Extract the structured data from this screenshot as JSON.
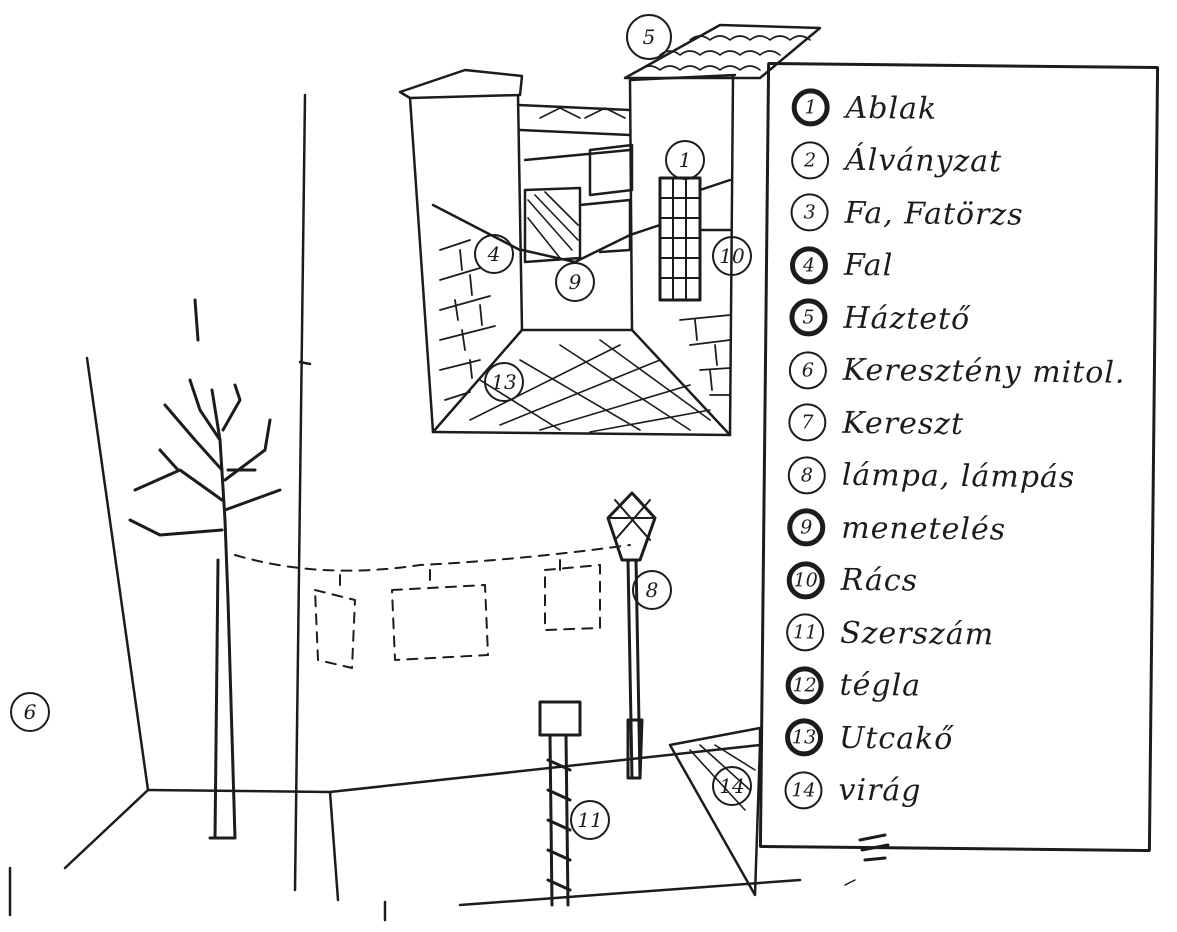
{
  "legend": [
    {
      "num": "1",
      "label": "Ablak",
      "bold": true
    },
    {
      "num": "2",
      "label": "Álványzat",
      "bold": false
    },
    {
      "num": "3",
      "label": "Fa, Fatörzs",
      "bold": false
    },
    {
      "num": "4",
      "label": "Fal",
      "bold": true
    },
    {
      "num": "5",
      "label": "Háztető",
      "bold": true
    },
    {
      "num": "6",
      "label": "Keresztény mitol.",
      "bold": false
    },
    {
      "num": "7",
      "label": "Kereszt",
      "bold": false
    },
    {
      "num": "8",
      "label": "lámpa, lámpás",
      "bold": false
    },
    {
      "num": "9",
      "label": "menetelés",
      "bold": true
    },
    {
      "num": "10",
      "label": "Rács",
      "bold": true
    },
    {
      "num": "11",
      "label": "Szerszám",
      "bold": false
    },
    {
      "num": "12",
      "label": "tégla",
      "bold": true
    },
    {
      "num": "13",
      "label": "Utcakő",
      "bold": true
    },
    {
      "num": "14",
      "label": "virág",
      "bold": false
    }
  ],
  "scene_labels": {
    "roof": "5",
    "window": "1",
    "wall": "4",
    "grate": "10",
    "march": "9",
    "cobblestone": "13",
    "lamp": "8",
    "mythology": "6",
    "tool": "11",
    "flower": "14"
  }
}
